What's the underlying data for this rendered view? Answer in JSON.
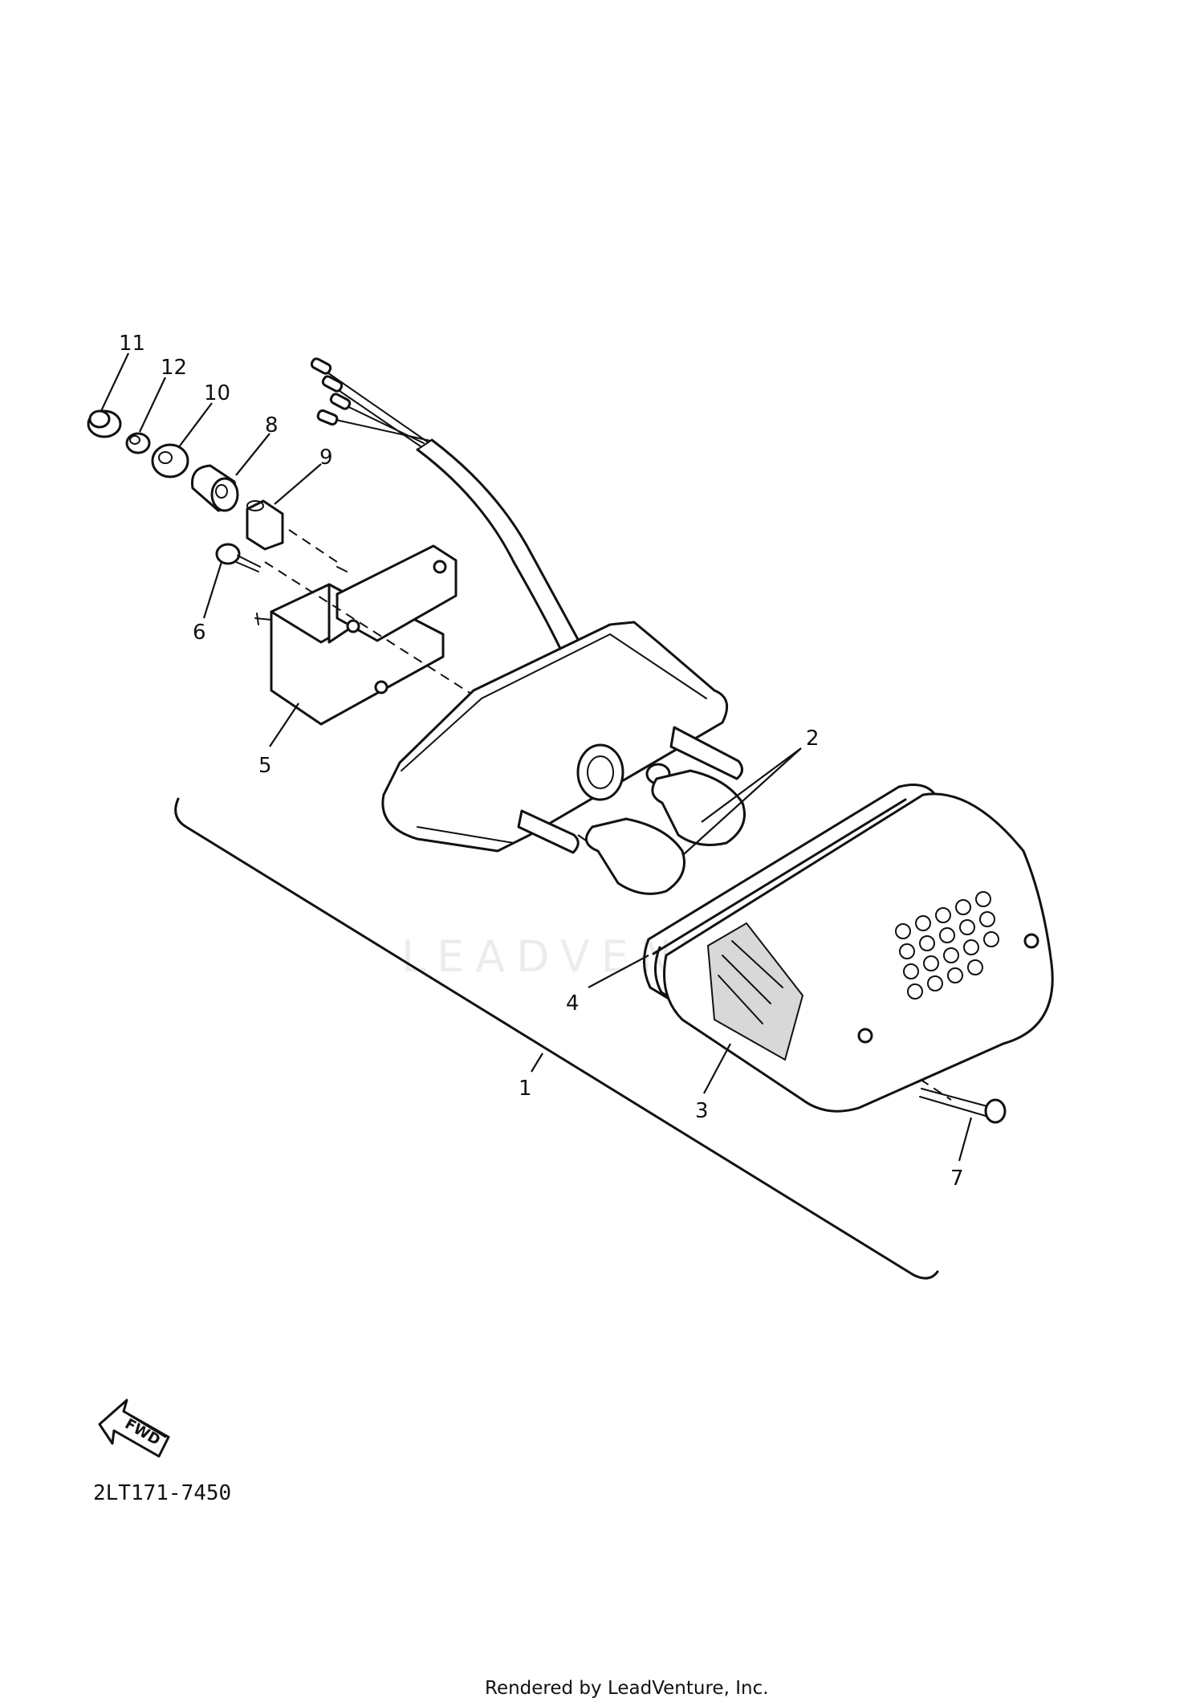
{
  "parts": [
    {
      "id": "1",
      "label": "1"
    },
    {
      "id": "2",
      "label": "2"
    },
    {
      "id": "3",
      "label": "3"
    },
    {
      "id": "4",
      "label": "4"
    },
    {
      "id": "5",
      "label": "5"
    },
    {
      "id": "6",
      "label": "6"
    },
    {
      "id": "7",
      "label": "7"
    },
    {
      "id": "8",
      "label": "8"
    },
    {
      "id": "9",
      "label": "9"
    },
    {
      "id": "10",
      "label": "10"
    },
    {
      "id": "11",
      "label": "11"
    },
    {
      "id": "12",
      "label": "12"
    }
  ],
  "watermark": "LEADVENTURE",
  "direction_label": "FWD",
  "diagram_code": "2LT171-7450",
  "footer": "Rendered by LeadVenture, Inc."
}
